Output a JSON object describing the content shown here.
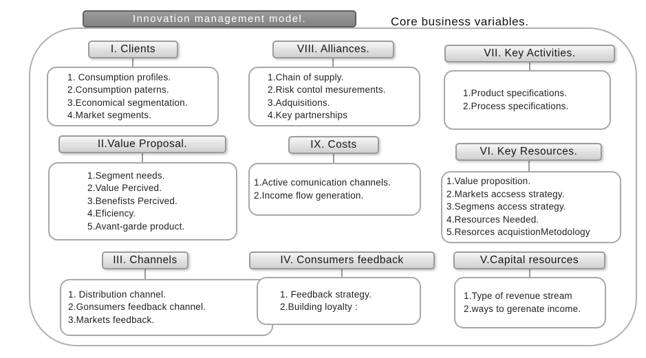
{
  "header": {
    "model_badge": "Innovation management model.",
    "subtitle": "Core business variables."
  },
  "colors": {
    "badge_fill": "#8d8d8d",
    "badge_border": "#5e5e5e",
    "badge_text": "#ffffff",
    "title_fill": "#dedede",
    "title_border": "#9b9b9b",
    "panel_border": "#a8a8a8",
    "frame_border": "#b0b0b0",
    "text": "#1f1f1f"
  },
  "boxes": [
    {
      "id": "clients",
      "title": "I. Clients",
      "items": [
        "1. Consumption profiles.",
        "2.Consumption paterns.",
        "3.Economical segmentation.",
        "4.Market segments."
      ]
    },
    {
      "id": "alliances",
      "title": "VIII. Alliances.",
      "items": [
        "1.Chain of supply.",
        "2.Risk contol mesurements.",
        "3.Adquisitions.",
        "4.Key partnerships"
      ]
    },
    {
      "id": "key-activities",
      "title": "VII. Key Activities.",
      "items": [
        "1.Product specifications.",
        "2.Process specifications."
      ]
    },
    {
      "id": "value-proposal",
      "title": "II.Value Proposal.",
      "items": [
        "1.Segment needs.",
        "2.Value Percived.",
        "3.Benefists Percived.",
        "4.Eficiency.",
        "5.Avant-garde product."
      ]
    },
    {
      "id": "costs",
      "title": "IX. Costs",
      "items": [
        "1.Active comunication channels.",
        "2.Income flow generation."
      ]
    },
    {
      "id": "key-resources",
      "title": "VI. Key Resources.",
      "items": [
        "1.Value proposition.",
        "2.Markets accsess strategy.",
        "3.Segmens access strategy.",
        "4.Resources Needed.",
        "5.Resorces acquistionMetodology"
      ]
    },
    {
      "id": "channels",
      "title": "III. Channels",
      "items": [
        "1. Distribution channel.",
        "2.Gonsumers feedback channel.",
        "3.Markets feedback."
      ]
    },
    {
      "id": "consumers-feedback",
      "title": "IV. Consumers feedback",
      "items": [
        "1. Feedback strategy.",
        "2.Building loyalty :"
      ]
    },
    {
      "id": "capital-resources",
      "title": "V.Capital resources",
      "items": [
        "1.Type of revenue stream",
        "2.ways to gerenate income."
      ]
    }
  ]
}
